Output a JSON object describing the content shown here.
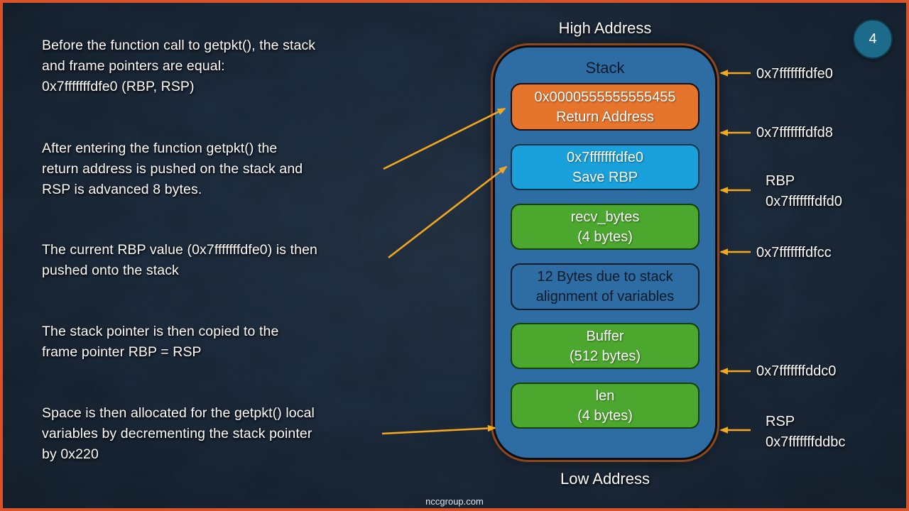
{
  "slide": {
    "page_number": "4",
    "footer": "nccgroup.com"
  },
  "paragraphs": [
    {
      "lines": [
        "Before the function call to getpkt(), the stack",
        "and frame pointers are equal:",
        "0x7fffffffdfe0 (RBP, RSP)"
      ]
    },
    {
      "lines": [
        "After entering the function getpkt() the",
        "return address is pushed on the stack and",
        "RSP is advanced 8 bytes."
      ]
    },
    {
      "lines": [
        "The current RBP value (0x7fffffffdfe0) is then",
        "pushed onto the stack"
      ]
    },
    {
      "lines": [
        "The stack pointer is then copied to the",
        "frame pointer RBP = RSP"
      ]
    },
    {
      "lines": [
        "Space is then allocated for the getpkt() local",
        "variables by decrementing the stack pointer",
        "by 0x220"
      ]
    }
  ],
  "diagram": {
    "high_address_label": "High Address",
    "low_address_label": "Low Address",
    "stack_title": "Stack",
    "boxes": [
      {
        "type": "orange",
        "line1": "0x0000555555555455",
        "line2": "Return Address"
      },
      {
        "type": "blue",
        "line1": "0x7fffffffdfe0",
        "line2": "Save RBP"
      },
      {
        "type": "green",
        "line1": "recv_bytes",
        "line2": "(4 bytes)"
      },
      {
        "type": "outline",
        "line1": "12 Bytes due to stack",
        "line2": "alignment of variables"
      },
      {
        "type": "green",
        "line1": "Buffer",
        "line2": "(512 bytes)"
      },
      {
        "type": "green",
        "line1": "len",
        "line2": "(4 bytes)"
      }
    ],
    "address_labels": [
      {
        "lines": [
          "0x7fffffffdfe0"
        ]
      },
      {
        "lines": [
          "0x7fffffffdfd8"
        ]
      },
      {
        "lines": [
          "RBP",
          "0x7fffffffdfd0"
        ]
      },
      {
        "lines": [
          "0x7fffffffdfcc"
        ]
      },
      {
        "lines": [
          "0x7fffffffddc0"
        ]
      },
      {
        "lines": [
          "RSP",
          "0x7fffffffddbc"
        ]
      }
    ]
  },
  "colors": {
    "slide_bg": "#203043",
    "slide_border": "#D85329",
    "stack_fill": "#2E6CA4",
    "stack_border": "#0B0B0C",
    "box_orange": "#E5742D",
    "box_blue": "#1AA1DB",
    "box_green": "#4CA72E",
    "arrow": "#F4A81D",
    "page_circle": "#1C6B8A",
    "text_light": "#FFFFFF",
    "text_dark": "#0E1B28"
  }
}
